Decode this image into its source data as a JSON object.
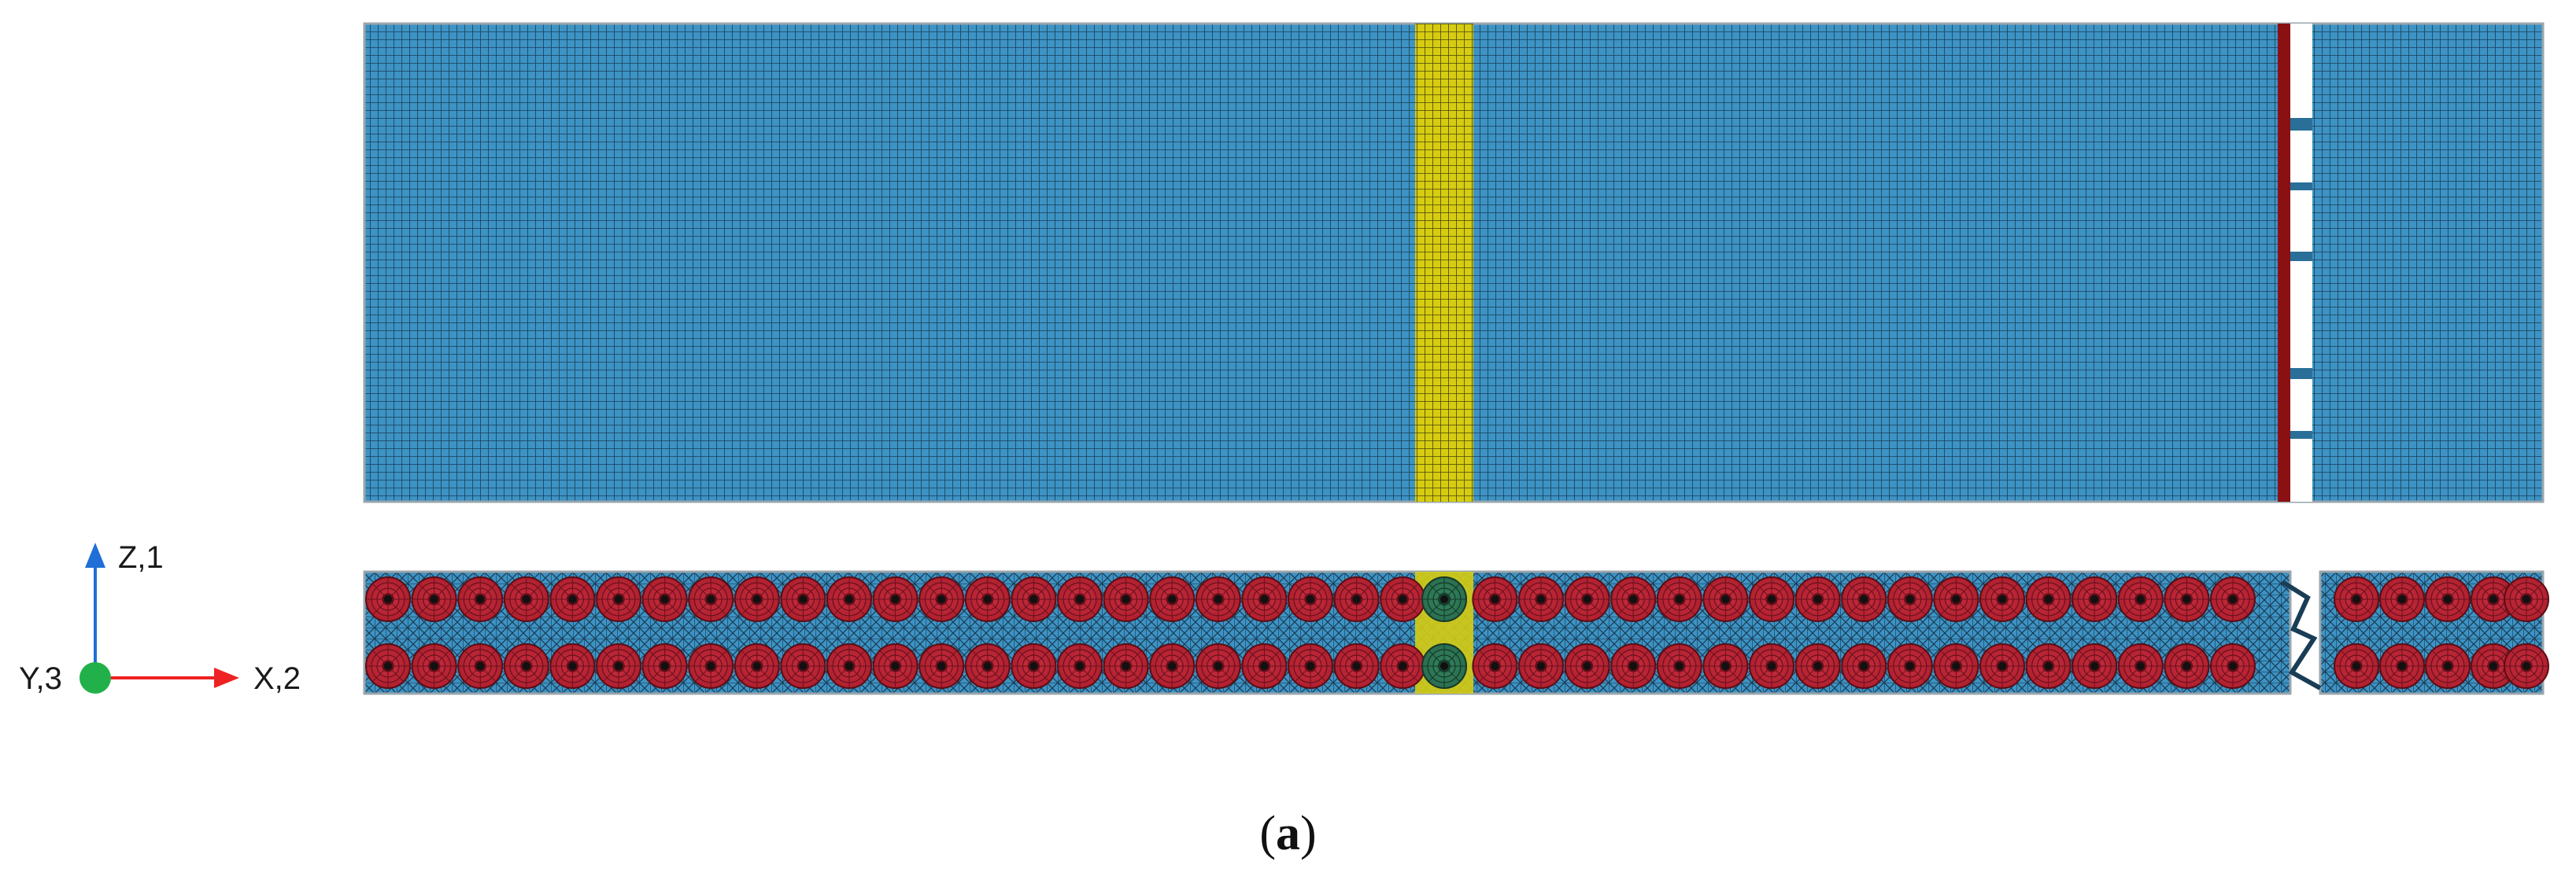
{
  "axes": {
    "vertical_label": "Z,1",
    "horizontal_label": "X,2",
    "origin_label": "Y,3",
    "vertical_color": "#1f6fd6",
    "horizontal_color": "#ee2222",
    "origin_color": "#22b04a"
  },
  "caption": {
    "open": "(",
    "letter": "a",
    "close": ")"
  },
  "colors": {
    "matrix": "#3d93c4",
    "mesh_line": "#1a3d56",
    "highlight_band": "#d6cc12",
    "crack_band": "#8a1014",
    "fiber": "#c0293b",
    "fiber_highlight": "#2f7d5a"
  }
}
